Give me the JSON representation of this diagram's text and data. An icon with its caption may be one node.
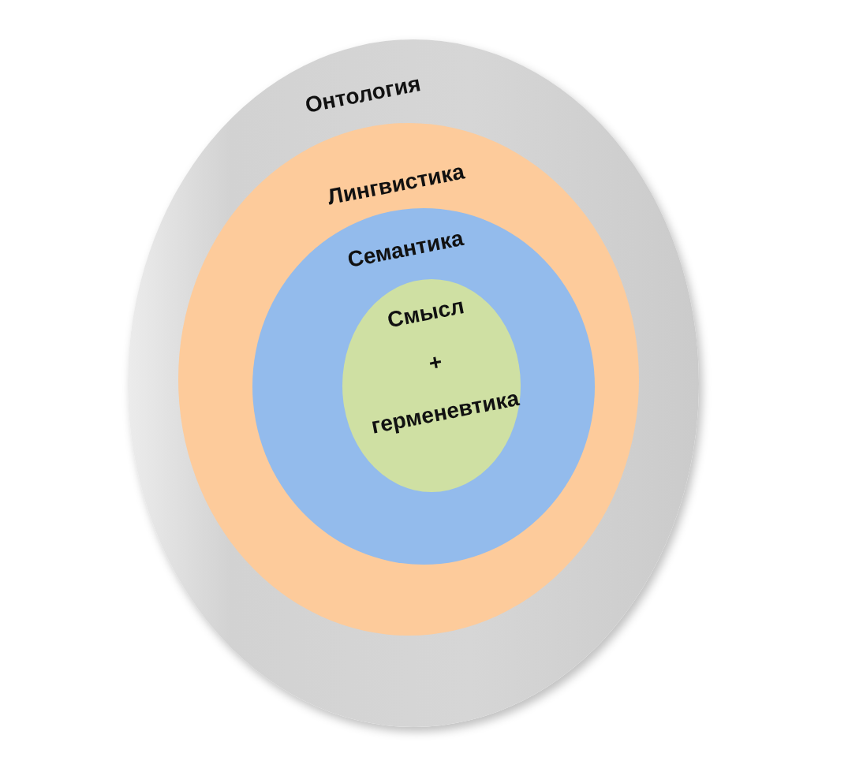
{
  "diagram": {
    "nodes": [
      {
        "text": [
          "Онтология"
        ]
      },
      {
        "text": [
          "Лингвистика"
        ],
        "in": 0
      },
      {
        "text": [
          "Семантика"
        ],
        "in": 1
      },
      {
        "text": [
          "Смысл + герменевтика"
        ],
        "in": 2
      }
    ]
  }
}
